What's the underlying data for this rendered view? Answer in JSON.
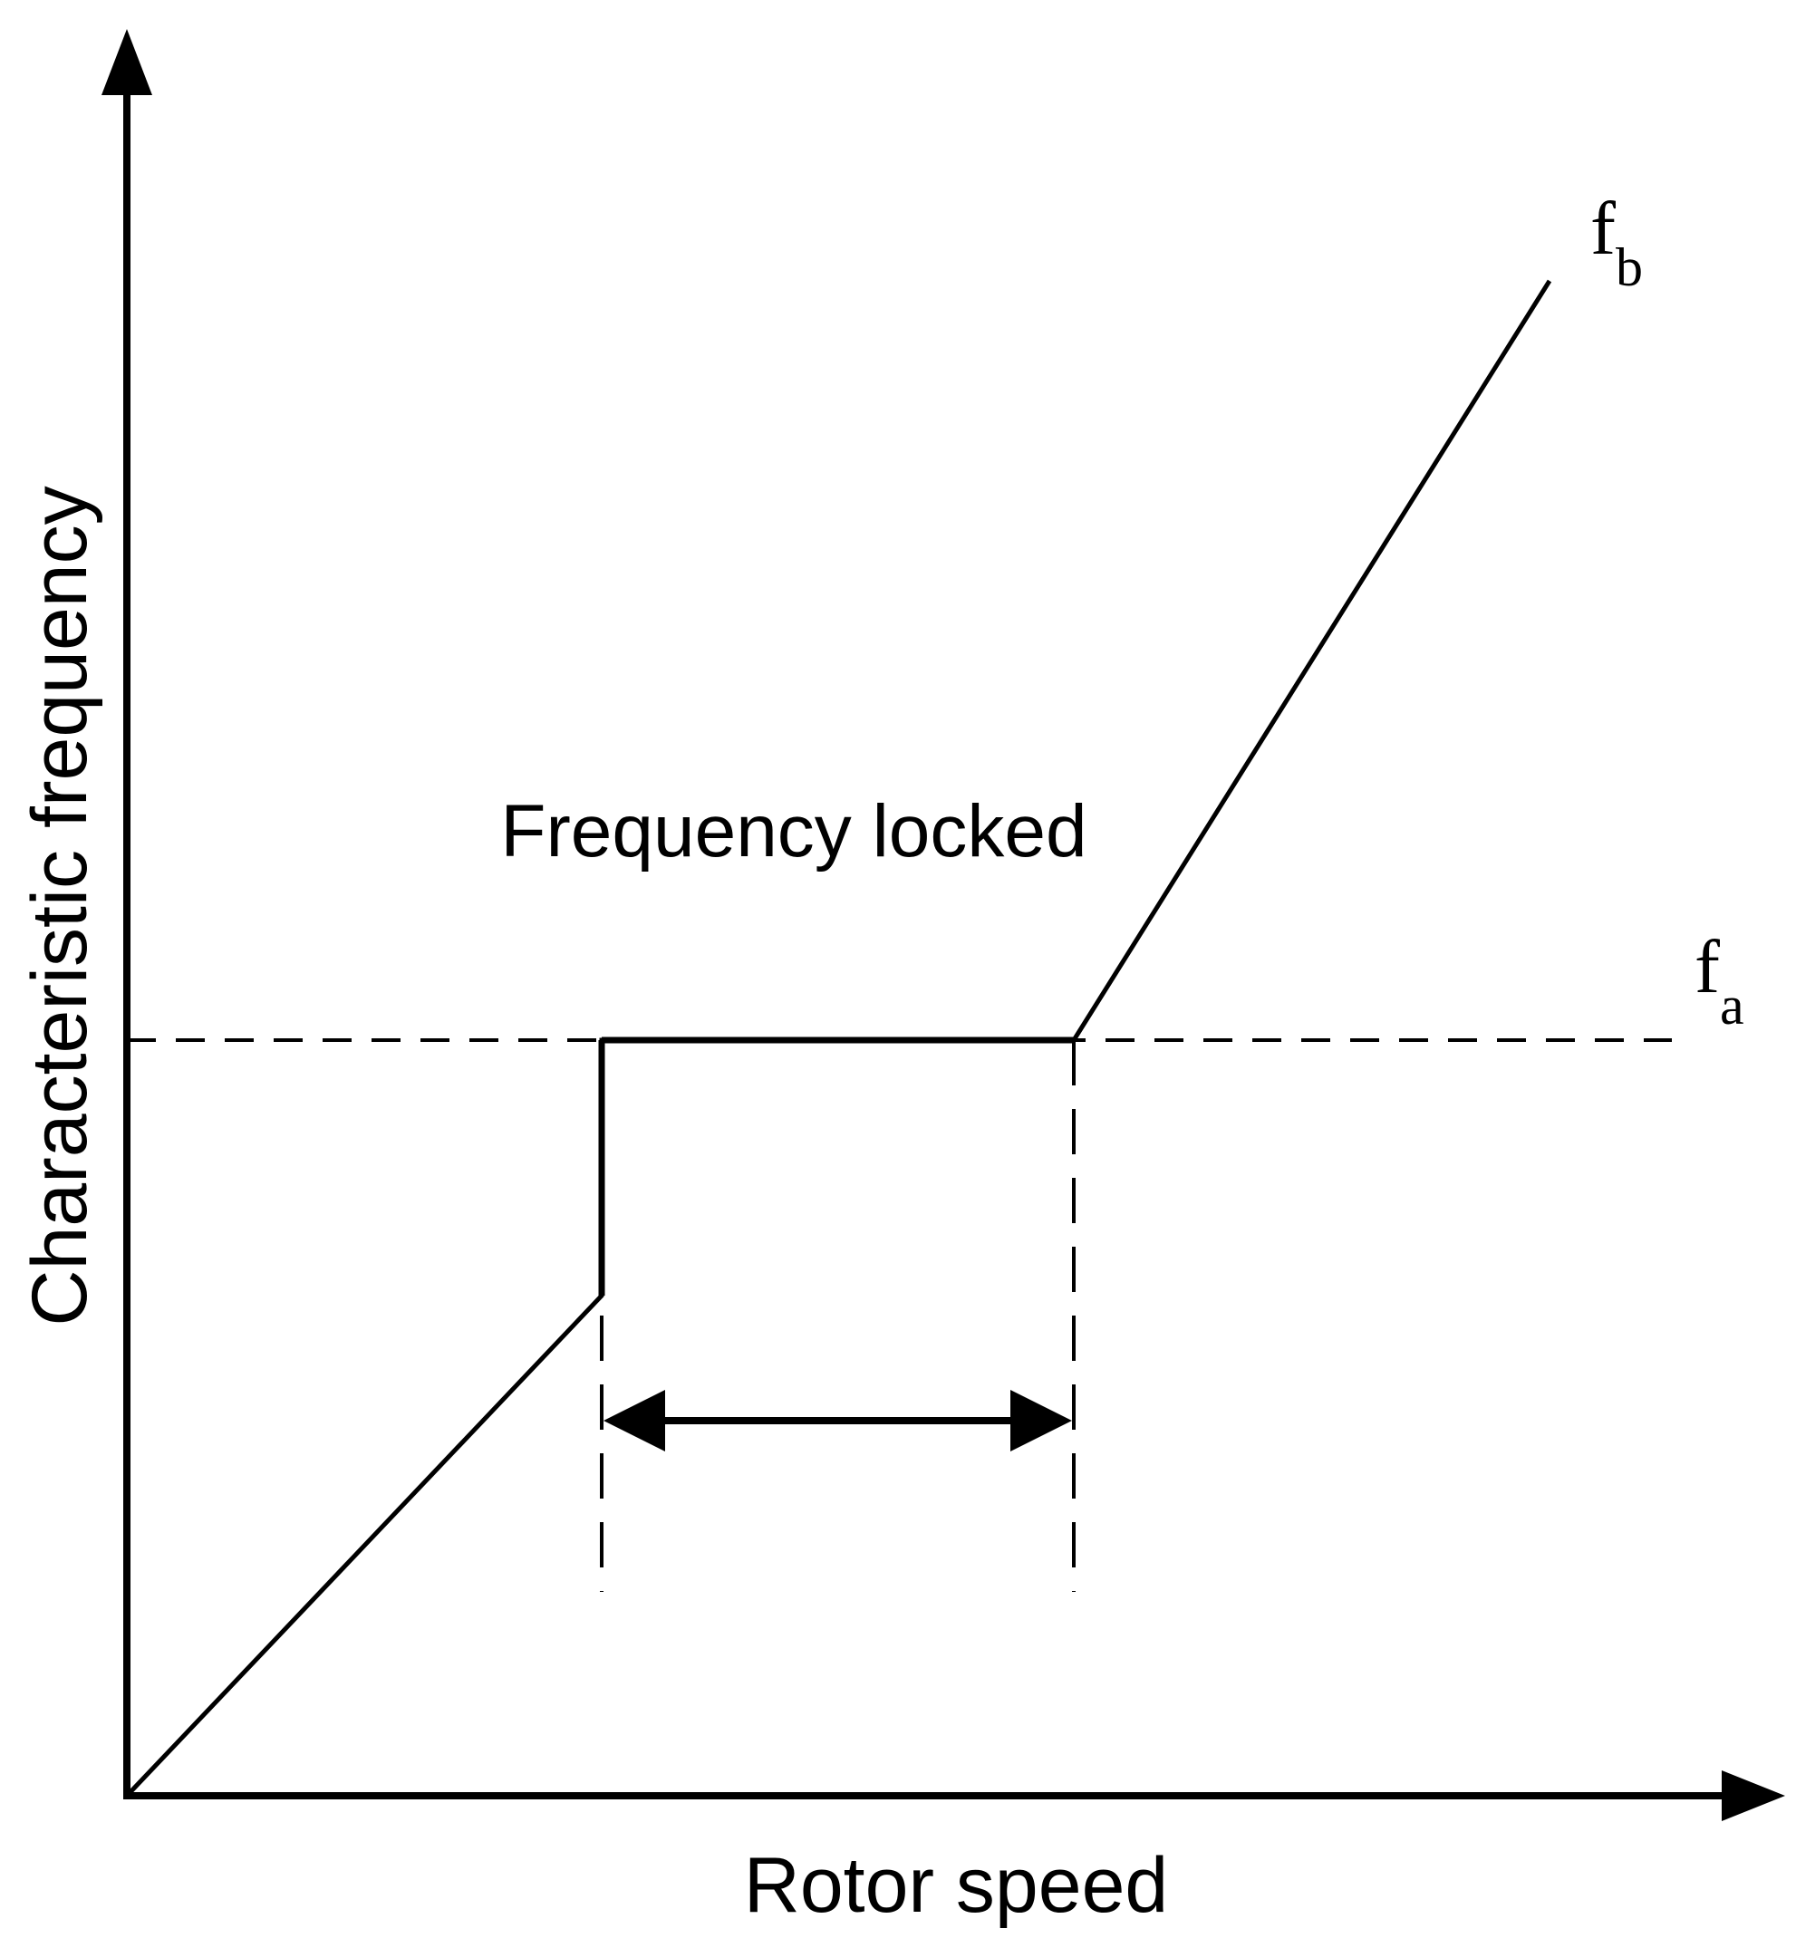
{
  "axes": {
    "x_label": "Rotor speed",
    "y_label": "Characteristic frequency"
  },
  "annotations": {
    "region_label": "Frequency locked"
  },
  "lines": {
    "fa": {
      "base": "f",
      "sub": "a"
    },
    "fb": {
      "base": "f",
      "sub": "b"
    }
  },
  "colors": {
    "ink": "#000000",
    "background": "#ffffff"
  }
}
